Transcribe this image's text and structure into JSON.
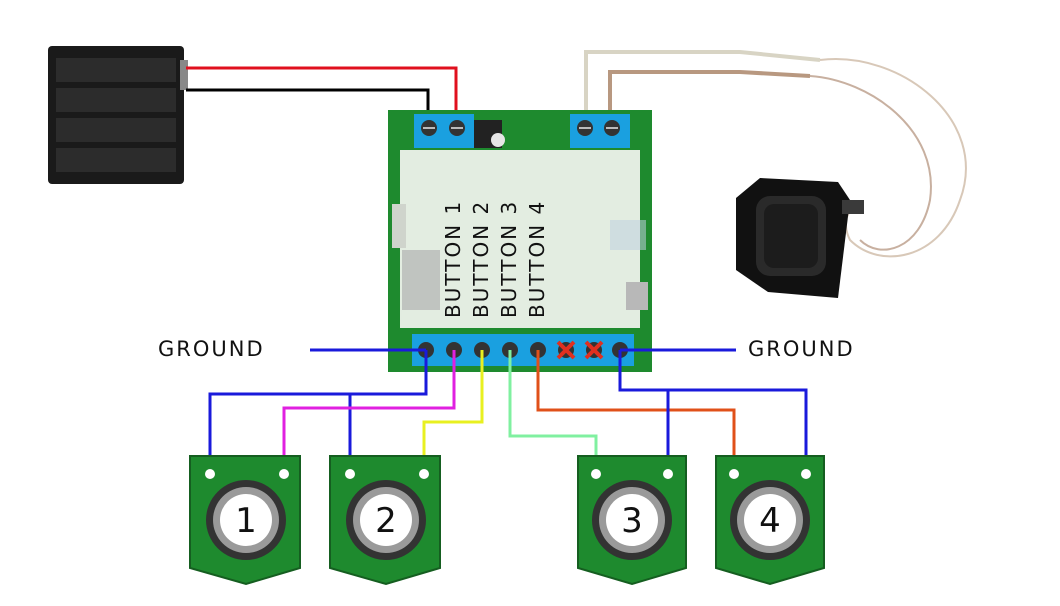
{
  "labels": {
    "ground_left": "GROUND",
    "ground_right": "GROUND",
    "button_1": "BUTTON 1",
    "button_2": "BUTTON 2",
    "button_3": "BUTTON 3",
    "button_4": "BUTTON 4"
  },
  "buttons": [
    {
      "number": "1"
    },
    {
      "number": "2"
    },
    {
      "number": "3"
    },
    {
      "number": "4"
    }
  ],
  "colors": {
    "wire_power_positive": "#e0101e",
    "wire_power_negative": "#000000",
    "wire_ground": "#1a1adb",
    "wire_button_1": "#e020e0",
    "wire_button_2": "#e8f020",
    "wire_button_3": "#80f0a0",
    "wire_button_4": "#e0501a",
    "speaker_wire_light": "#d8d4c4",
    "speaker_wire_dark": "#b89880",
    "pcb_green": "#1e8a2e",
    "terminal_blue": "#1aa0e0",
    "unused_terminal_mark": "#e03020"
  }
}
